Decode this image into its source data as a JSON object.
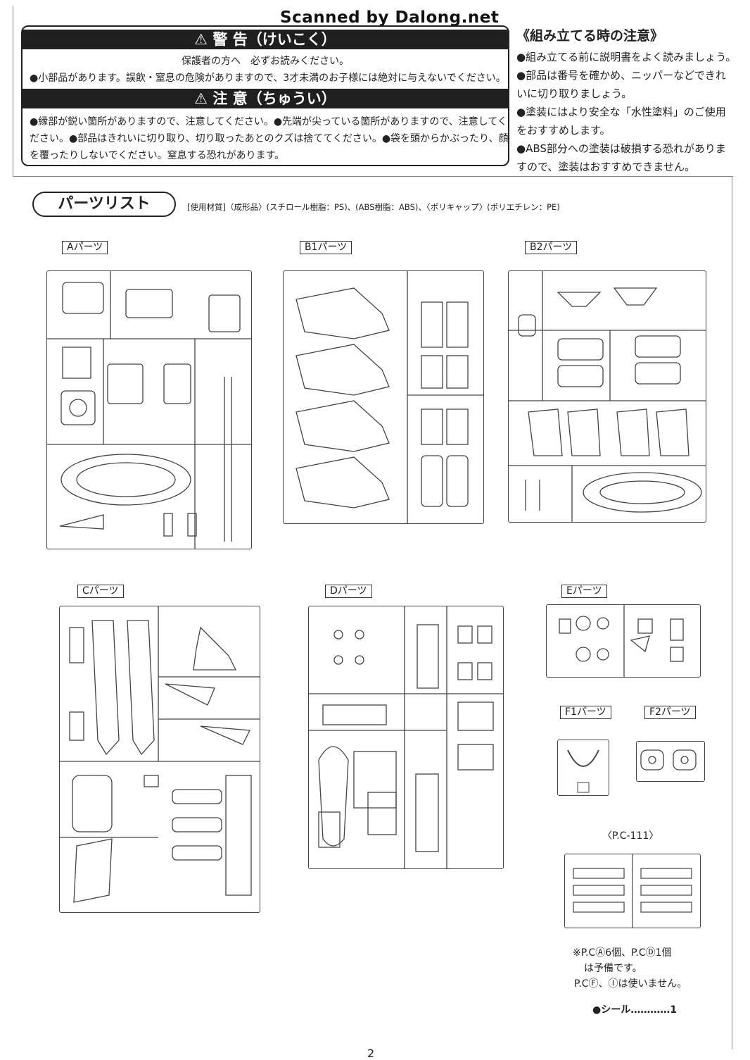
{
  "scanner": "Scanned by Dalong.net",
  "warning": {
    "title": "⚠ 警 告（けいこく）",
    "line1": "保護者の方へ　必ずお読みください。",
    "line2": "●小部品があります。誤飲・窒息の危険がありますので、3才未満のお子様には絶対に与えないでください。"
  },
  "caution": {
    "title": "⚠ 注 意（ちゅうい）",
    "line1": "●縁部が鋭い箇所がありますので、注意してください。●先端が尖っている箇所がありますので、注意してく",
    "line2": "ださい。●部品はきれいに切り取り、切り取ったあとのクズは捨ててください。●袋を頭からかぶったり、顔",
    "line3": "を覆ったりしないでください。窒息する恐れがあります。"
  },
  "assembly": {
    "title": "《組み立てる時の注意》",
    "l1": "●組み立てる前に説明書をよく読みましょう。",
    "l2": "●部品は番号を確かめ、ニッパーなどできれ",
    "l3": "いに切り取りましょう。",
    "l4": "●塗装にはより安全な「水性塗料」のご使用",
    "l5": "をおすすめします。",
    "l6": "●ABS部分への塗装は破損する恐れがありま",
    "l7": "すので、塗装はおすすめできません。"
  },
  "parts_list": {
    "title": "パーツリスト",
    "materials": "[使用材質]〈成形品〉(スチロール樹脂：PS)、(ABS樹脂：ABS)、〈ポリキャップ〉(ポリエチレン：PE)"
  },
  "frames": {
    "A": "Aパーツ",
    "B1": "B1パーツ",
    "B2": "B2パーツ",
    "C": "Cパーツ",
    "D": "Dパーツ",
    "E": "Eパーツ",
    "F1": "F1パーツ",
    "F2": "F2パーツ",
    "PC": "〈P.C-111〉"
  },
  "pc_note": {
    "l1": "※P.CⒶ6個、P.CⒹ1個",
    "l2": "は予備です。",
    "l3": "P.CⒻ、Ⓘは使いません。"
  },
  "seal": "●シール…………1",
  "page_number": "2"
}
